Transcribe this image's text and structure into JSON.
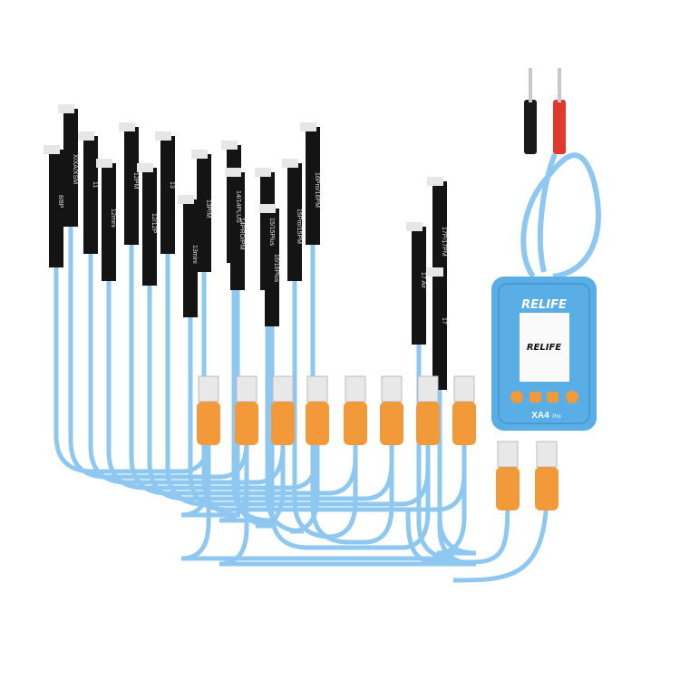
{
  "product": {
    "brand": "RELIFE",
    "screen_logo": "RELIFE",
    "model": "XA4",
    "model_suffix": "Pro"
  },
  "cable_labels": [
    "8/8P",
    "X/XA/XSM",
    "11",
    "12mini",
    "12PM",
    "12/12P",
    "13",
    "13mini",
    "13P/M",
    "14/14PLUS",
    "14PRO/PM",
    "15/15Plus",
    "15Pro/15PM",
    "16Pro/16PM",
    "16/16Plus",
    "17P/17PM",
    "17 Air",
    "17"
  ],
  "colors": {
    "cable": "#8ec8f0",
    "flex": "#141414",
    "usb": "#f29a3a",
    "device": "#5aaee6",
    "probe_red": "#e03a2e",
    "probe_black": "#1a1a1a"
  }
}
